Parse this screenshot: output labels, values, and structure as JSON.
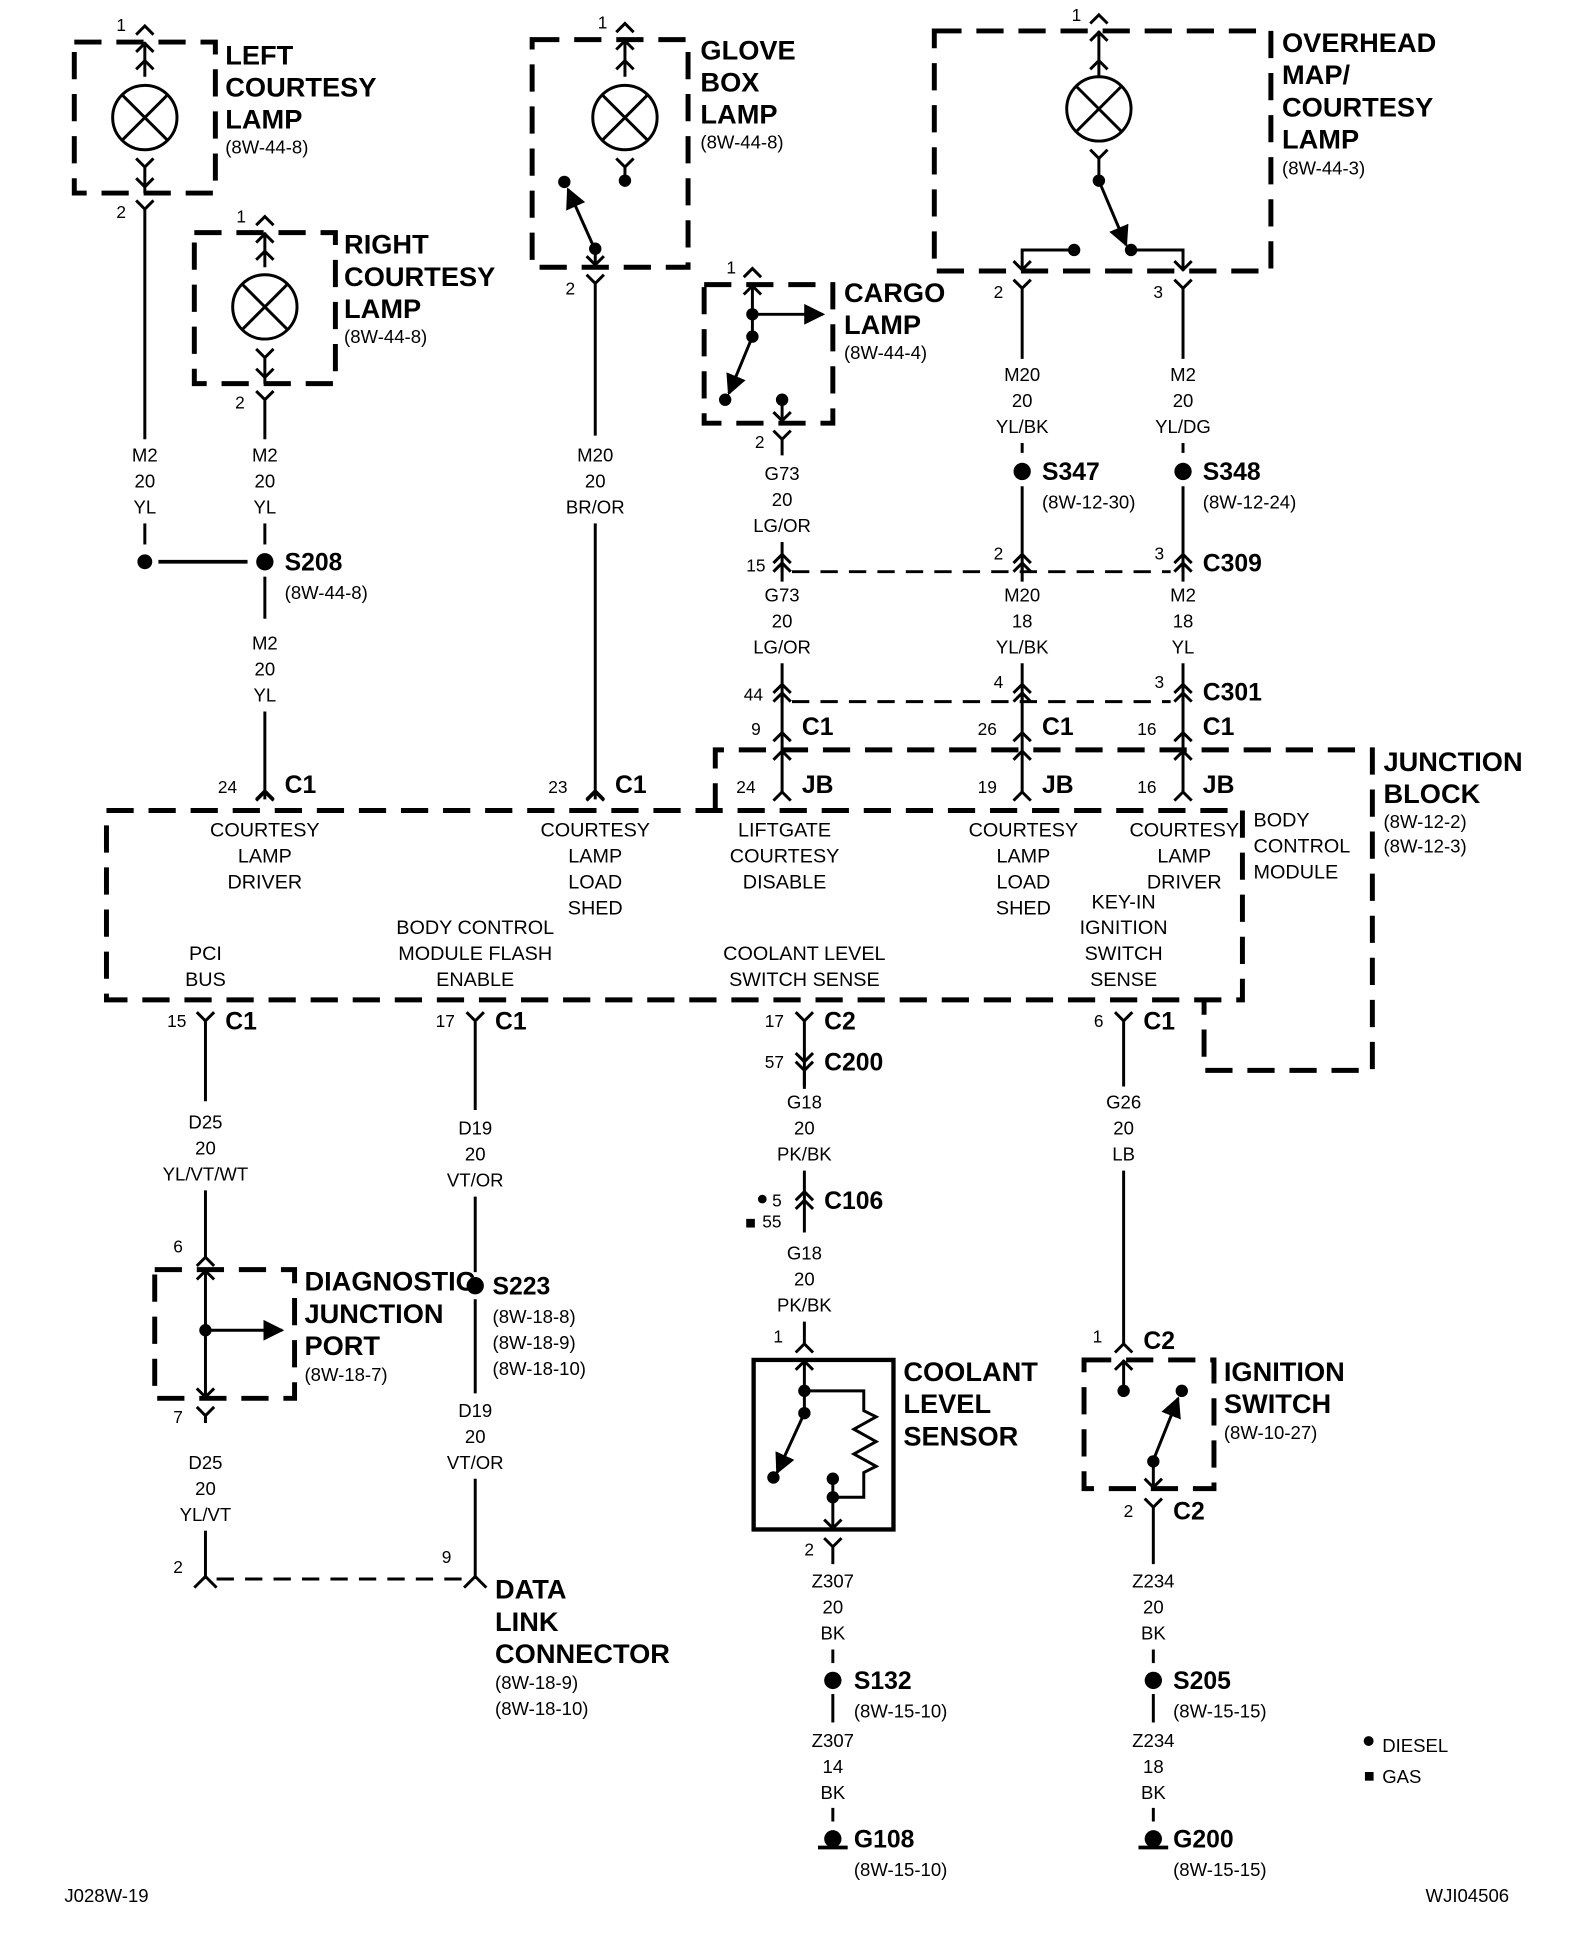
{
  "diagram": {
    "figure_id_left": "J028W-19",
    "figure_id_right": "WJI04506",
    "legend": [
      {
        "symbol": "circle",
        "label": "DIESEL"
      },
      {
        "symbol": "square",
        "label": "GAS"
      }
    ]
  },
  "components": {
    "left_courtesy_lamp": {
      "name": [
        "LEFT",
        "COURTESY",
        "LAMP"
      ],
      "ref": "(8W-44-8)",
      "pin_top": "1",
      "pin_bottom": "2"
    },
    "right_courtesy_lamp": {
      "name": [
        "RIGHT",
        "COURTESY",
        "LAMP"
      ],
      "ref": "(8W-44-8)",
      "pin_top": "1",
      "pin_bottom": "2"
    },
    "glove_box_lamp": {
      "name": [
        "GLOVE",
        "BOX",
        "LAMP"
      ],
      "ref": "(8W-44-8)",
      "pin_top": "1",
      "pin_bottom": "2"
    },
    "cargo_lamp": {
      "name": [
        "CARGO",
        "LAMP"
      ],
      "ref": "(8W-44-4)",
      "pin_top": "1",
      "pin_bottom": "2"
    },
    "overhead_lamp": {
      "name": [
        "OVERHEAD",
        "MAP/",
        "COURTESY",
        "LAMP"
      ],
      "ref": "(8W-44-3)",
      "pin_top": "1",
      "pin_left": "2",
      "pin_right": "3"
    },
    "junction_block": {
      "name": [
        "JUNCTION",
        "BLOCK"
      ],
      "refs": [
        "(8W-12-2)",
        "(8W-12-3)"
      ]
    },
    "bcm": {
      "name": [
        "BODY",
        "CONTROL",
        "MODULE"
      ],
      "functions_top": [
        {
          "lines": [
            "COURTESY",
            "LAMP",
            "DRIVER"
          ],
          "pin": "24",
          "conn": "C1"
        },
        {
          "lines": [
            "COURTESY",
            "LAMP",
            "LOAD",
            "SHED"
          ],
          "pin": "23",
          "conn": "C1"
        },
        {
          "lines": [
            "LIFTGATE",
            "COURTESY",
            "DISABLE"
          ],
          "pin": "24",
          "conn": "JB"
        },
        {
          "lines": [
            "COURTESY",
            "LAMP",
            "LOAD",
            "SHED"
          ],
          "pin": "19",
          "conn": "JB"
        },
        {
          "lines": [
            "COURTESY",
            "LAMP",
            "DRIVER"
          ],
          "pin": "16",
          "conn": "JB"
        }
      ],
      "functions_bottom": [
        {
          "lines": [
            "PCI",
            "BUS"
          ],
          "pin": "15",
          "conn": "C1"
        },
        {
          "lines": [
            "BODY CONTROL",
            "MODULE FLASH",
            "ENABLE"
          ],
          "pin": "17",
          "conn": "C1"
        },
        {
          "lines": [
            "COOLANT LEVEL",
            "SWITCH SENSE"
          ],
          "pin": "17",
          "conn": "C2"
        },
        {
          "lines": [
            "KEY-IN",
            "IGNITION",
            "SWITCH",
            "SENSE"
          ],
          "pin": "6",
          "conn": "C1"
        }
      ]
    },
    "diagnostic_junction_port": {
      "name": [
        "DIAGNOSTIC",
        "JUNCTION",
        "PORT"
      ],
      "ref": "(8W-18-7)",
      "pin_top": "6",
      "pin_bottom": "7"
    },
    "data_link_connector": {
      "name": [
        "DATA",
        "LINK",
        "CONNECTOR"
      ],
      "refs": [
        "(8W-18-9)",
        "(8W-18-10)"
      ],
      "pin_left": "2",
      "pin_right": "9"
    },
    "coolant_level_sensor": {
      "name": [
        "COOLANT",
        "LEVEL",
        "SENSOR"
      ],
      "pin_top": "1",
      "pin_bottom": "2"
    },
    "ignition_switch": {
      "name": [
        "IGNITION",
        "SWITCH"
      ],
      "ref": "(8W-10-27)",
      "pin_top": "1",
      "pin_bottom": "2",
      "conn": "C2"
    }
  },
  "splices": {
    "s208": {
      "id": "S208",
      "ref": "(8W-44-8)"
    },
    "s347": {
      "id": "S347",
      "ref": "(8W-12-30)"
    },
    "s348": {
      "id": "S348",
      "ref": "(8W-12-24)"
    },
    "s223": {
      "id": "S223",
      "refs": [
        "(8W-18-8)",
        "(8W-18-9)",
        "(8W-18-10)"
      ]
    },
    "s132": {
      "id": "S132",
      "ref": "(8W-15-10)"
    },
    "s205": {
      "id": "S205",
      "ref": "(8W-15-15)"
    }
  },
  "grounds": {
    "g108": {
      "id": "G108",
      "ref": "(8W-15-10)"
    },
    "g200": {
      "id": "G200",
      "ref": "(8W-15-15)"
    }
  },
  "connectors": {
    "c309": {
      "id": "C309",
      "pins": [
        "15",
        "2",
        "3"
      ]
    },
    "c301": {
      "id": "C301",
      "pins": [
        "44",
        "4",
        "3"
      ]
    },
    "c1_jb": {
      "id": "C1",
      "pins": [
        "9",
        "26",
        "16"
      ]
    },
    "c200": {
      "id": "C200",
      "pin": "57"
    },
    "c106": {
      "id": "C106",
      "pin_diesel": "5",
      "pin_gas": "55"
    }
  },
  "wires": {
    "left_lamp": [
      "M2",
      "20",
      "YL"
    ],
    "right_lamp": [
      "M2",
      "20",
      "YL"
    ],
    "s208_out": [
      "M2",
      "20",
      "YL"
    ],
    "glove_box": [
      "M20",
      "20",
      "BR/OR"
    ],
    "cargo_upper": [
      "G73",
      "20",
      "LG/OR"
    ],
    "cargo_lower": [
      "G73",
      "20",
      "LG/OR"
    ],
    "overhead_2": [
      "M20",
      "20",
      "YL/BK"
    ],
    "overhead_3": [
      "M2",
      "20",
      "YL/DG"
    ],
    "c309_mid": [
      "M20",
      "18",
      "YL/BK"
    ],
    "c309_right": [
      "M2",
      "18",
      "YL"
    ],
    "pci_upper": [
      "D25",
      "20",
      "YL/VT/WT"
    ],
    "pci_lower": [
      "D25",
      "20",
      "YL/VT"
    ],
    "flash_upper": [
      "D19",
      "20",
      "VT/OR"
    ],
    "flash_lower": [
      "D19",
      "20",
      "VT/OR"
    ],
    "coolant_upper": [
      "G18",
      "20",
      "PK/BK"
    ],
    "coolant_lower": [
      "G18",
      "20",
      "PK/BK"
    ],
    "ignition_sense": [
      "G26",
      "20",
      "LB"
    ],
    "coolant_ground_upper": [
      "Z307",
      "20",
      "BK"
    ],
    "coolant_ground_lower": [
      "Z307",
      "14",
      "BK"
    ],
    "ignition_ground_upper": [
      "Z234",
      "20",
      "BK"
    ],
    "ignition_ground_lower": [
      "Z234",
      "18",
      "BK"
    ]
  }
}
